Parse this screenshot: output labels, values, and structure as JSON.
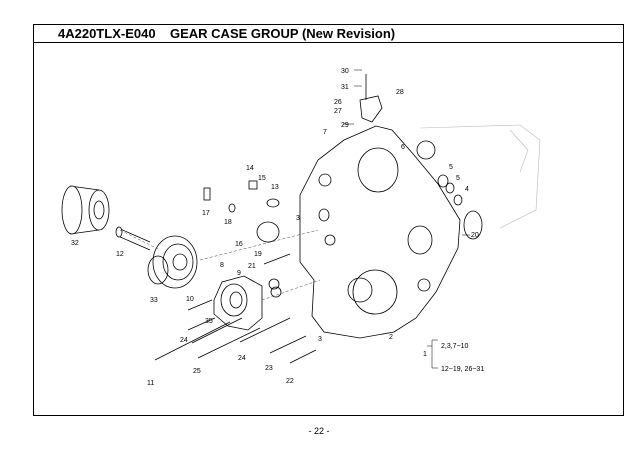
{
  "header": {
    "model_code": "4A220TLX-E040",
    "title": "GEAR CASE GROUP (New Revision)"
  },
  "callouts": [
    "30",
    "31",
    "28",
    "26",
    "27",
    "29",
    "7",
    "6",
    "5",
    "5",
    "4",
    "14",
    "15",
    "13",
    "17",
    "18",
    "3",
    "20",
    "32",
    "12",
    "16",
    "19",
    "21",
    "8",
    "9",
    "10",
    "35",
    "33",
    "24",
    "24",
    "3",
    "2",
    "1",
    "2,3,7~10",
    "12~19, 26~31",
    "25",
    "23",
    "22",
    "11"
  ],
  "page_number": "- 22 -"
}
